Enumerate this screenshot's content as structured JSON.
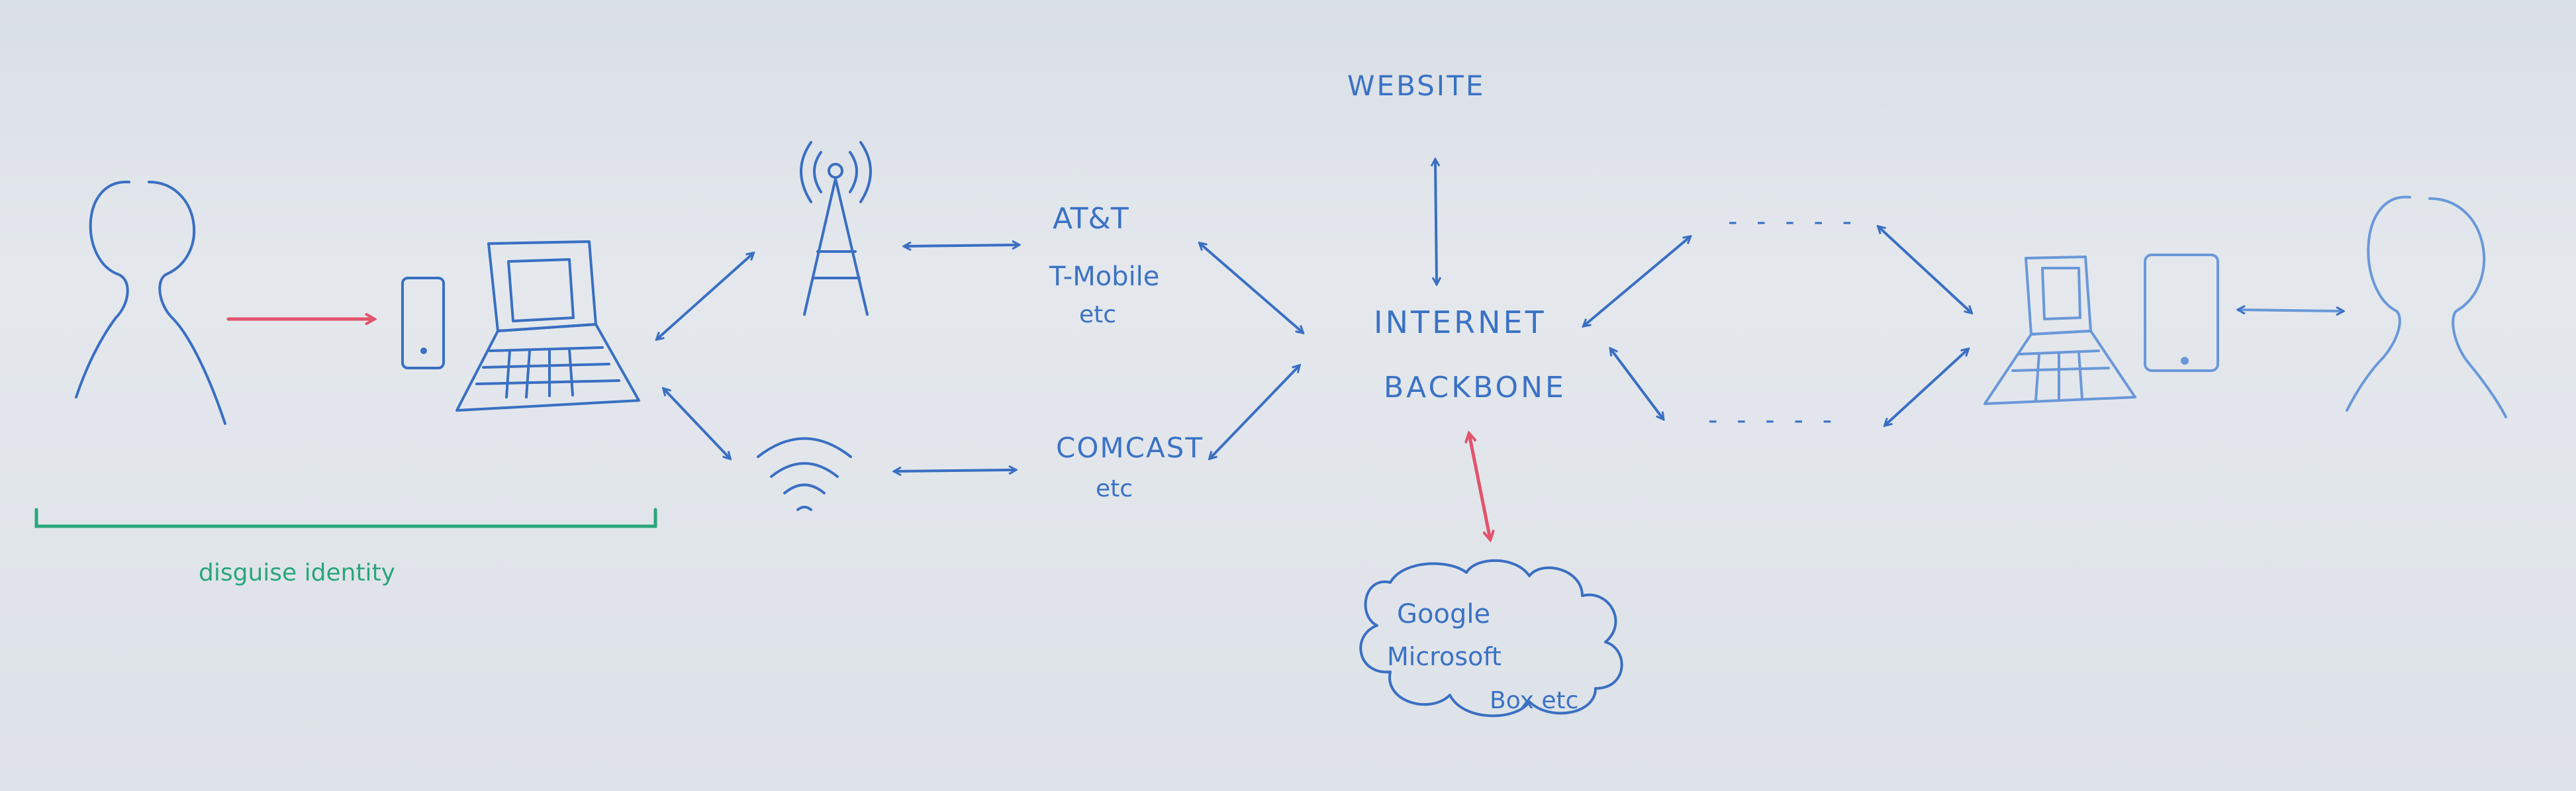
{
  "board": {
    "labels": {
      "website": "WEBSITE",
      "carrier_mobile_1": "AT&T",
      "carrier_mobile_2": "T-Mobile",
      "carrier_mobile_3": "etc",
      "carrier_wired_1": "COMCAST",
      "carrier_wired_2": "etc",
      "internet_1": "INTERNET",
      "internet_2": "BACKBONE",
      "cloud_1": "Google",
      "cloud_2": "Microsoft",
      "cloud_3": "Box etc",
      "dashes_top": "- - - - -",
      "dashes_bottom": "- - - - -",
      "disguise": "disguise identity"
    },
    "colors": {
      "marker_blue": "#3a6fc2",
      "marker_red": "#e2536c",
      "marker_green": "#2aa67a",
      "whiteboard": "#e0e5ea"
    }
  }
}
